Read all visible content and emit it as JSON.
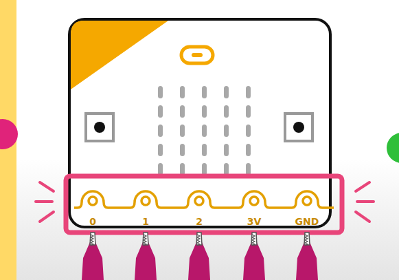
{
  "diagram": {
    "labels": [
      "0",
      "1",
      "2",
      "3V",
      "GND"
    ]
  }
}
